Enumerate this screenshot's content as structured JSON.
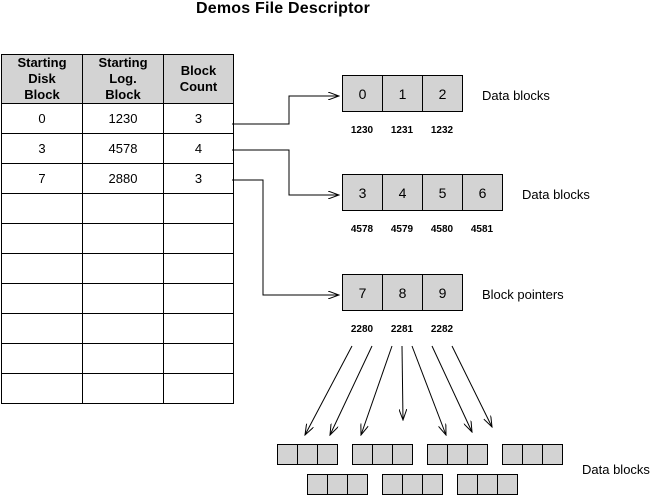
{
  "title": "Demos File Descriptor",
  "table": {
    "headers": [
      "Starting Disk Block",
      "Starting Log. Block",
      "Block Count"
    ],
    "rows": [
      [
        "0",
        "1230",
        "3"
      ],
      [
        "3",
        "4578",
        "4"
      ],
      [
        "7",
        "2880",
        "3"
      ],
      [
        "",
        "",
        ""
      ],
      [
        "",
        "",
        ""
      ],
      [
        "",
        "",
        ""
      ],
      [
        "",
        "",
        ""
      ],
      [
        "",
        "",
        ""
      ],
      [
        "",
        "",
        ""
      ],
      [
        "",
        "",
        ""
      ]
    ]
  },
  "groups": [
    {
      "label": "Data blocks",
      "cells": [
        "0",
        "1",
        "2"
      ],
      "addresses": [
        "1230",
        "1231",
        "1232"
      ]
    },
    {
      "label": "Data blocks",
      "cells": [
        "3",
        "4",
        "5",
        "6"
      ],
      "addresses": [
        "4578",
        "4579",
        "4580",
        "4581"
      ]
    },
    {
      "label": "Block pointers",
      "cells": [
        "7",
        "8",
        "9"
      ],
      "addresses": [
        "2280",
        "2281",
        "2282"
      ]
    }
  ],
  "bottom_label": "Data blocks"
}
